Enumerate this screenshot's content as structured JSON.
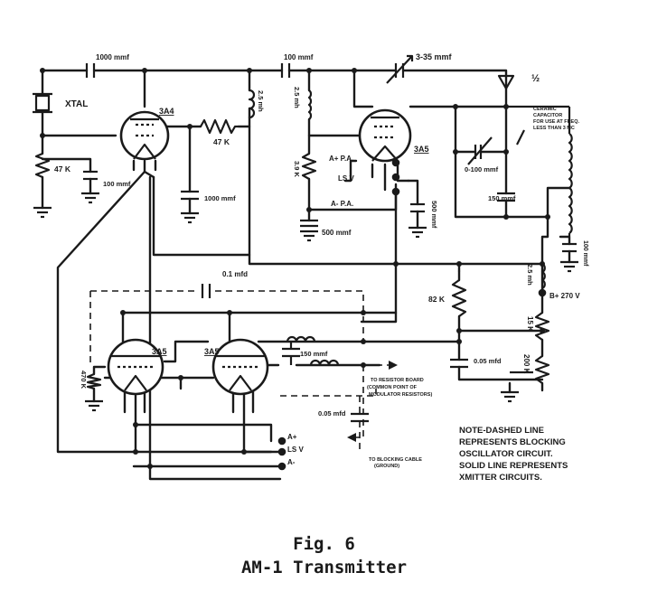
{
  "labels": {
    "c_1000_top": "1000 mmf",
    "c_100_top": "100 mmf",
    "c_3_35": "3-35 mmf",
    "antenna": "½",
    "xtal": "XTAL",
    "tube_3a4": "3A4",
    "r_47k_grid": "47 K",
    "c_100_grid": "100 mmf",
    "r_47k_plate": "47 K",
    "choke_25mh_a": "2.5 mh",
    "c_1000_mid": "1000 mmf",
    "choke_25mh_b": "2.5 mh",
    "r_39k": "3.9 K",
    "a_plus_pa": "A+ P.A.",
    "ls_v_pa": "LS V",
    "a_minus_pa": "A- P.A.",
    "c_500_left": "500 mmf",
    "tube_3a5_top": "3A5",
    "c_500_right": "500 mmf",
    "ceramic_note": "CERAMIC CAPACITOR FOR USE AT FREQ. LESS THAN 3 MC",
    "c_0_100": "0-100 mmf",
    "c_150_right": "150 mmf",
    "c_100_right": "100 mmf",
    "c_01": "0.1 mfd",
    "r_82k": "82 K",
    "choke_25mh_c": "2.5 mh",
    "b_plus": "B+ 270 V",
    "r_15k": "15 K",
    "r_200k": "200 K",
    "c_005_right": "0.05 mfd",
    "r_470k": "470 K",
    "tube_3a5_left": "3A5",
    "tube_3a5_mid": "3A5",
    "c_150_lower": "150 mmf",
    "to_resistor_board": "TO RESISTOR BOARD (COMMON POINT OF MODULATOR RESISTORS)",
    "c_005_lower": "0.05 mfd",
    "a_plus": "A+",
    "ls_v": "LS V",
    "a_minus": "A-",
    "to_blocking_cable": "TO BLOCKING CABLE (GROUND)"
  },
  "note": [
    "NOTE-DASHED LINE",
    "REPRESENTS BLOCKING",
    "OSCILLATOR CIRCUIT.",
    "SOLID LINE REPRESENTS",
    "XMITTER CIRCUITS."
  ],
  "caption": {
    "figure": "Fig. 6",
    "title": "AM-1 Transmitter"
  }
}
